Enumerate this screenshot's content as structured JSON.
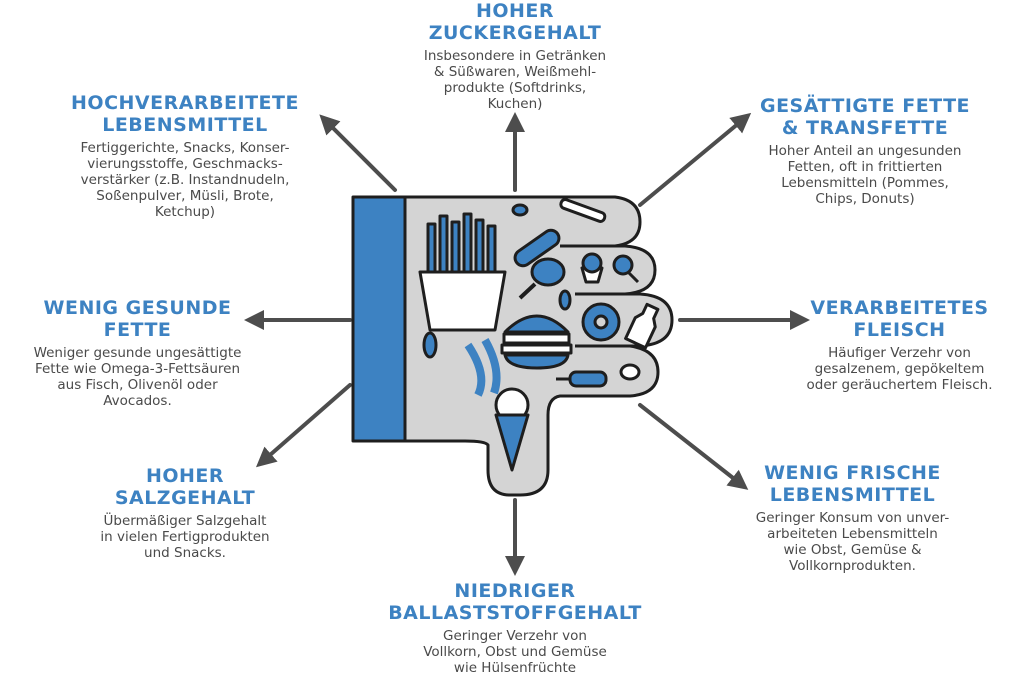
{
  "colors": {
    "accent": "#3d82c2",
    "text": "#4a4a4a",
    "arrow": "#4d4d4d",
    "hand": "#d4d4d4",
    "outline": "#1e1e1e"
  },
  "center_icon": "thumbs-down-icon",
  "factors": {
    "sugar": {
      "title": "HOHER\nZUCKERGEHALT",
      "desc": "Insbesondere in Getränken\n& Süßwaren, Weißmehl-\nprodukte (Softdrinks,\nKuchen)"
    },
    "processed_food": {
      "title": "HOCHVERARBEITETE\nLEBENSMITTEL",
      "desc": "Fertiggerichte, Snacks, Konser-\nvierungsstoffe, Geschmacks-\nverstärker (z.B. Instandnudeln,\nSoßenpulver, Müsli, Brote,\nKetchup)"
    },
    "saturated_fats": {
      "title": "GESÄTTIGTE FETTE\n& TRANSFETTE",
      "desc": "Hoher Anteil an ungesunden\nFetten, oft in frittierten\nLebensmitteln (Pommes,\nChips, Donuts)"
    },
    "healthy_fats": {
      "title": "WENIG GESUNDE\nFETTE",
      "desc": "Weniger gesunde ungesättigte\nFette wie Omega-3-Fettsäuren\naus Fisch, Olivenöl oder\nAvocados."
    },
    "processed_meat": {
      "title": "VERARBEITETES\nFLEISCH",
      "desc": "Häufiger Verzehr von\ngesalzenem, gepökeltem\noder geräuchertem Fleisch."
    },
    "salt": {
      "title": "HOHER\nSALZGEHALT",
      "desc": "Übermäßiger Salzgehalt\nin vielen Fertigprodukten\nund Snacks."
    },
    "fresh_food": {
      "title": "WENIG FRISCHE\nLEBENSMITTEL",
      "desc": "Geringer Konsum von unver-\narbeiteten Lebensmitteln\nwie Obst, Gemüse &\nVollkornprodukten."
    },
    "fiber": {
      "title": "NIEDRIGER\nBALLASTSTOFFGEHALT",
      "desc": "Geringer Verzehr von\nVollkorn, Obst und Gemüse\nwie Hülsenfrüchte"
    }
  }
}
